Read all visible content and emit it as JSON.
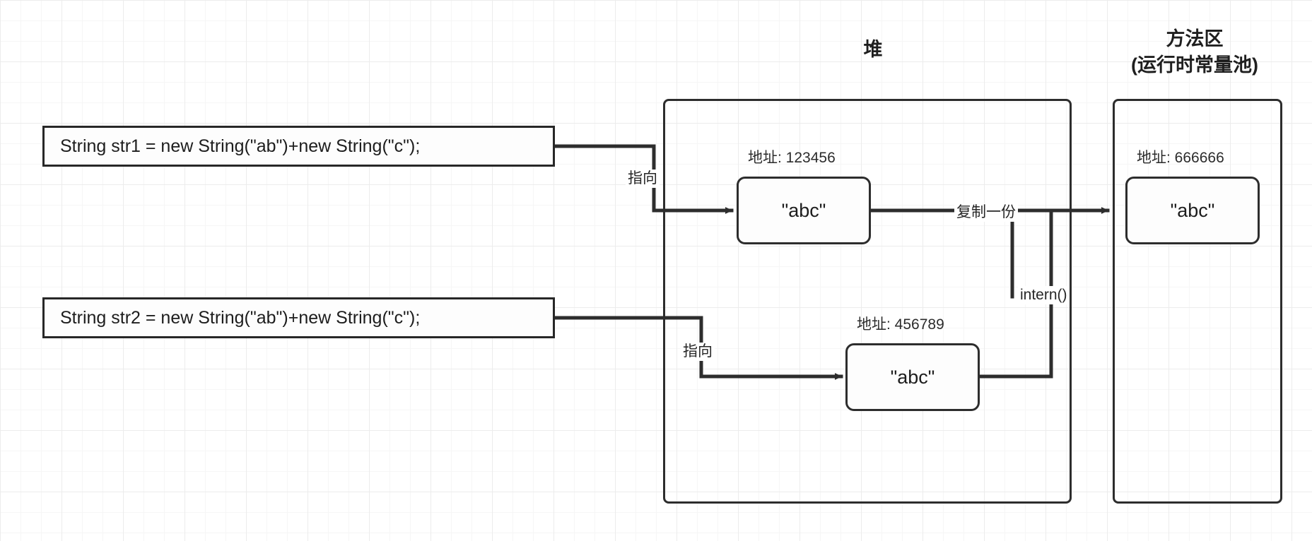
{
  "diagram": {
    "title_heap": "堆",
    "title_method_area_line1": "方法区",
    "title_method_area_line2": "(运行时常量池)",
    "code_statements": [
      {
        "name": "str1",
        "text": "String str1 = new String(\"ab\")+new String(\"c\");"
      },
      {
        "name": "str2",
        "text": "String str2 = new String(\"ab\")+new String(\"c\");"
      }
    ],
    "heap_objects": [
      {
        "address_label": "地址: 123456",
        "value": "\"abc\""
      },
      {
        "address_label": "地址: 456789",
        "value": "\"abc\""
      }
    ],
    "method_area_objects": [
      {
        "address_label": "地址: 666666",
        "value": "\"abc\""
      }
    ],
    "edge_labels": {
      "point_to_1": "指向",
      "point_to_2": "指向",
      "copy": "复制一份",
      "intern": "intern()"
    },
    "colors": {
      "stroke": "#2d2d2d",
      "text": "#1d1d1d",
      "grid_minor": "#f6f6f6",
      "grid_major": "#ececec",
      "background": "#ffffff"
    }
  }
}
